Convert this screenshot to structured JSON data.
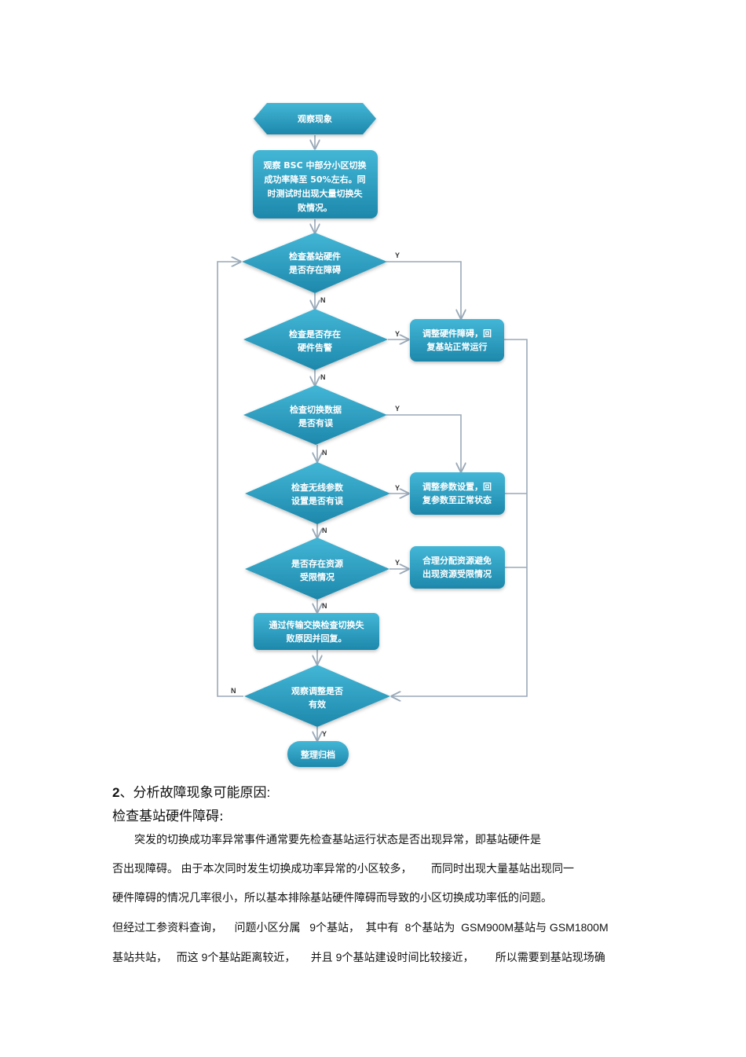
{
  "flowchart": {
    "colors": {
      "node_fill": "#2ea3c6",
      "node_fill_dark": "#1f86a8",
      "connector": "#9aa9b8",
      "node_text": "#ffffff"
    },
    "nodes": {
      "start": {
        "type": "hexagon",
        "lines": [
          "观察现象"
        ]
      },
      "observe": {
        "type": "process",
        "lines": [
          "观察 BSC 中部分小区切换",
          "成功率降至 50%左右。同",
          "时测试时出现大量切换失",
          "败情况。"
        ]
      },
      "d1": {
        "type": "decision",
        "lines": [
          "检查基站硬件",
          "是否存在障碍"
        ]
      },
      "d2": {
        "type": "decision",
        "lines": [
          "检查是否存在",
          "硬件告警"
        ]
      },
      "d3": {
        "type": "decision",
        "lines": [
          "检查切换数据",
          "是否有误"
        ]
      },
      "d4": {
        "type": "decision",
        "lines": [
          "检查无线参数",
          "设置是否有误"
        ]
      },
      "d5": {
        "type": "decision",
        "lines": [
          "是否存在资源",
          "受限情况"
        ]
      },
      "p_hw": {
        "type": "process",
        "lines": [
          "调整硬件障碍，回",
          "复基站正常运行"
        ]
      },
      "p_param": {
        "type": "process",
        "lines": [
          "调整参数设置，回",
          "复参数至正常状态"
        ]
      },
      "p_res": {
        "type": "process",
        "lines": [
          "合理分配资源避免",
          "出现资源受限情况"
        ]
      },
      "p_trans": {
        "type": "process",
        "lines": [
          "通过传输交换检查切换失",
          "败原因并回复。"
        ]
      },
      "d6": {
        "type": "decision",
        "lines": [
          "观察调整是否",
          "有效"
        ]
      },
      "end": {
        "type": "terminal",
        "lines": [
          "整理归档"
        ]
      }
    },
    "edge_labels": {
      "yes": "Y",
      "no": "N"
    }
  },
  "document": {
    "section_number": "2",
    "section_title": "、分析故障现象可能原因:",
    "subheading": "检查基站硬件障碍:",
    "lines": [
      "        突发的切换成功率异常事件通常要先检查基站运行状态是否出现异常，即基站硬件是",
      "否出现障碍。 由于本次同时发生切换成功率异常的小区较多，       而同时出现大量基站出现同一",
      "硬件障碍的情况几率很小，所以基本排除基站硬件障碍而导致的小区切换成功率低的问题。",
      "但经过工参资料查询，    问题小区分属   9个基站，  其中有  8个基站为  GSM900M基站与 GSM1800M",
      "基站共站，   而这 9个基站距离较近，     并且 9个基站建设时间比较接近，       所以需要到基站现场确"
    ]
  }
}
